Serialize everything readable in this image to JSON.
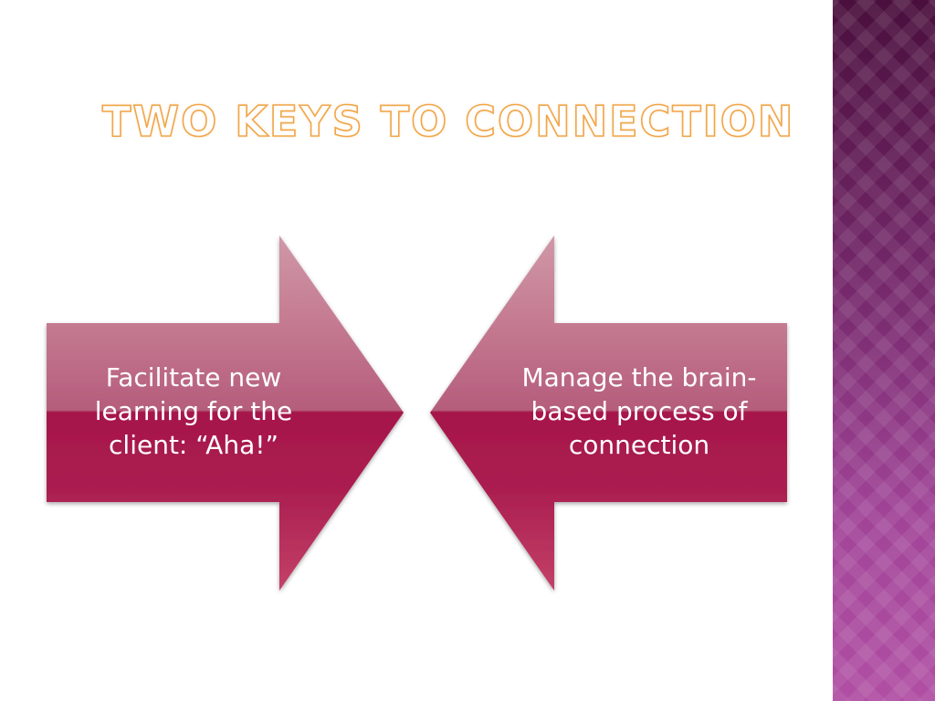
{
  "slide": {
    "title": "Two Keys to Connection"
  },
  "arrows": [
    {
      "direction": "right",
      "text": "Facilitate new learning for the client: “Aha!”"
    },
    {
      "direction": "left",
      "text": "Manage the brain-based process of connection"
    }
  ],
  "colors": {
    "title_outline": "#f0a64a",
    "arrow_light": "#c78296",
    "arrow_dark": "#a8184a",
    "arrow_bottom": "#bb3a63",
    "panel_top": "#4a0f3d",
    "panel_bottom": "#b04fa3"
  }
}
